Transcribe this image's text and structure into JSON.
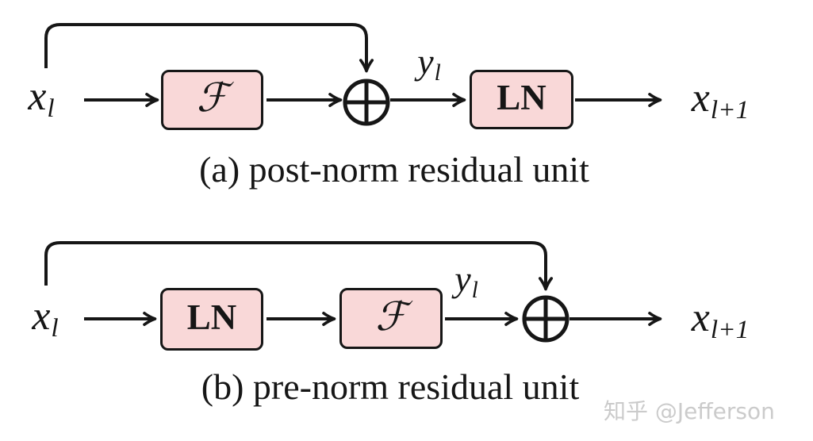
{
  "colors": {
    "box_fill": "#f9d8d8",
    "box_border": "#161616",
    "line": "#161616",
    "watermark": "#cbcbcb",
    "background": "#ffffff"
  },
  "diagram_a": {
    "caption": "(a) post-norm residual unit",
    "input": {
      "base": "x",
      "sub": "l"
    },
    "mid": {
      "base": "y",
      "sub": "l"
    },
    "output": {
      "base": "x",
      "sub": "l+1"
    },
    "blocks": [
      {
        "label": "ℱ"
      },
      {
        "label": "LN"
      }
    ],
    "adder": "circled-plus"
  },
  "diagram_b": {
    "caption": "(b) pre-norm residual unit",
    "input": {
      "base": "x",
      "sub": "l"
    },
    "mid": {
      "base": "y",
      "sub": "l"
    },
    "output": {
      "base": "x",
      "sub": "l+1"
    },
    "blocks": [
      {
        "label": "LN"
      },
      {
        "label": "ℱ"
      }
    ],
    "adder": "circled-plus"
  },
  "watermark": {
    "text": "知乎 @Jefferson"
  }
}
